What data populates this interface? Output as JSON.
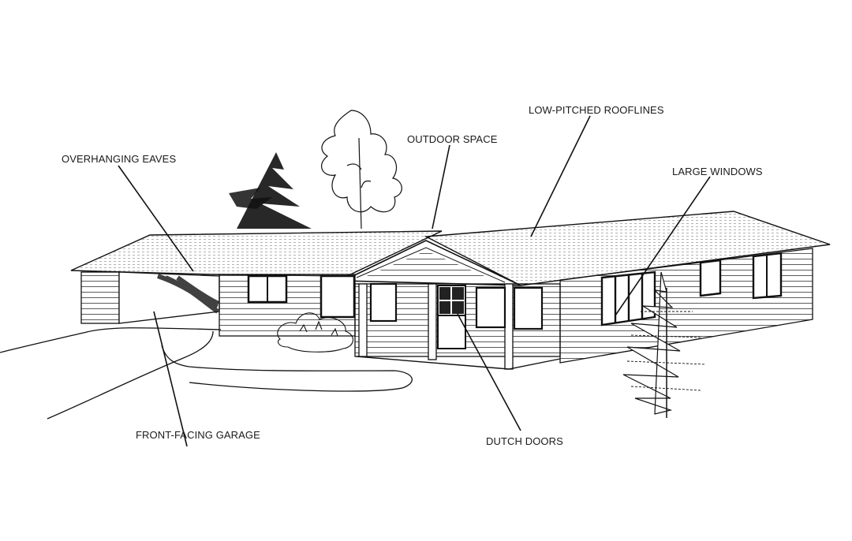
{
  "labels": {
    "overhanging_eaves": "OVERHANGING EAVES",
    "outdoor_space": "OUTDOOR SPACE",
    "low_pitched_rooflines": "LOW-PITCHED ROOFLINES",
    "large_windows": "LARGE WINDOWS",
    "front_facing_garage": "FRONT-FACING GARAGE",
    "dutch_doors": "DUTCH DOORS"
  },
  "colors": {
    "ink": "#111111",
    "background": "#ffffff"
  }
}
